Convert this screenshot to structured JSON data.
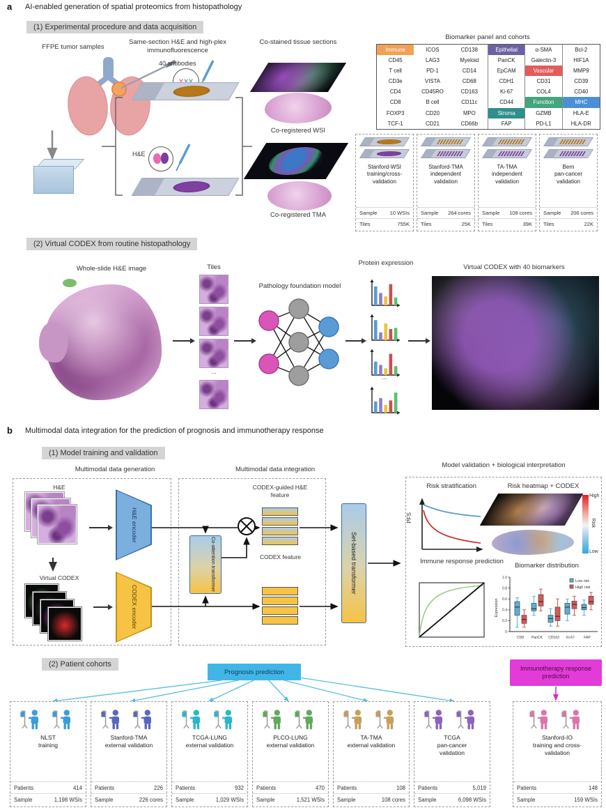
{
  "panel_a": {
    "letter": "a",
    "title": "AI-enabled generation of spatial proteomics from histopathology",
    "section1": {
      "banner": "(1) Experimental procedure and data acquisition",
      "col_ffpe": "FFPE tumor samples",
      "col_same_section": "Same-section H&E and high-plex immunofluorescence",
      "col_costained": "Co-stained tissue sections",
      "antibodies_label": "40 antibodies",
      "he_label": "H&E",
      "coregistered_wsi": "Co-registered WSI",
      "coregistered_tma": "Co-registered TMA"
    },
    "biomarker_panel": {
      "title": "Biomarker panel and cohorts",
      "category_colors": {
        "immune": "#F2A154",
        "epithelial": "#6C61A4",
        "vascular": "#E45B5B",
        "stroma": "#2F8F8A",
        "function": "#44A47E",
        "mhc": "#4D8FD6"
      },
      "rows": [
        [
          {
            "t": "Immune",
            "c": "immune"
          },
          {
            "t": "ICOS"
          },
          {
            "t": "CD138"
          },
          {
            "t": "Epithelial",
            "c": "epithelial"
          },
          {
            "t": "α-SMA"
          },
          {
            "t": "Bcl-2"
          }
        ],
        [
          {
            "t": "CD45"
          },
          {
            "t": "LAG3"
          },
          {
            "t": "Myeloid"
          },
          {
            "t": "PanCK"
          },
          {
            "t": "Galectin-3"
          },
          {
            "t": "HIF1A"
          }
        ],
        [
          {
            "t": "T cell"
          },
          {
            "t": "PD-1"
          },
          {
            "t": "CD14"
          },
          {
            "t": "EpCAM"
          },
          {
            "t": "Vascular",
            "c": "vascular"
          },
          {
            "t": "MMP9"
          }
        ],
        [
          {
            "t": "CD3e"
          },
          {
            "t": "VISTA"
          },
          {
            "t": "CD68"
          },
          {
            "t": "CDH1"
          },
          {
            "t": "CD31"
          },
          {
            "t": "CD39"
          }
        ],
        [
          {
            "t": "CD4"
          },
          {
            "t": "CD45RO"
          },
          {
            "t": "CD163"
          },
          {
            "t": "Ki-67"
          },
          {
            "t": "COL4"
          },
          {
            "t": "CD40"
          }
        ],
        [
          {
            "t": "CD8"
          },
          {
            "t": "B cell"
          },
          {
            "t": "CD11c"
          },
          {
            "t": "CD44"
          },
          {
            "t": "Function",
            "c": "function"
          },
          {
            "t": "MHC",
            "c": "mhc"
          }
        ],
        [
          {
            "t": "FOXP3"
          },
          {
            "t": "CD20"
          },
          {
            "t": "MPO"
          },
          {
            "t": "Stroma",
            "c": "stroma"
          },
          {
            "t": "GZMB"
          },
          {
            "t": "HLA-E"
          }
        ],
        [
          {
            "t": "TCF-1"
          },
          {
            "t": "CD21"
          },
          {
            "t": "CD66b"
          },
          {
            "t": "FAP"
          },
          {
            "t": "PD-L1"
          },
          {
            "t": "HLA-DR"
          }
        ]
      ]
    },
    "cohort_cards": [
      {
        "name_lines": [
          "Stanford-WSI",
          "training/cross-",
          "validation"
        ],
        "pict": "blob",
        "stats": [
          [
            "Sample",
            "10 WSIs"
          ],
          [
            "Tiles",
            "755K"
          ]
        ]
      },
      {
        "name_lines": [
          "Stanford-TMA",
          "independent",
          "validation"
        ],
        "pict": "hatch",
        "stats": [
          [
            "Sample",
            "264 cores"
          ],
          [
            "Tiles",
            "25K"
          ]
        ]
      },
      {
        "name_lines": [
          "TA-TMA",
          "independent",
          "validation"
        ],
        "pict": "hatch",
        "stats": [
          [
            "Sample",
            "108 cores"
          ],
          [
            "Tiles",
            "39K"
          ]
        ]
      },
      {
        "name_lines": [
          "Bern",
          "pan-cancer",
          "validation"
        ],
        "pict": "hatch",
        "stats": [
          [
            "Sample",
            "206 cores"
          ],
          [
            "Tiles",
            "22K"
          ]
        ]
      }
    ],
    "section2": {
      "banner": "(2) Virtual CODEX from routine histopathology",
      "wsi_title": "Whole-slide H&E image",
      "tiles_label": "Tiles",
      "model_label": "Pathology foundation model",
      "protein_label": "Protein expression",
      "codex_title": "Virtual CODEX with 40 biomarkers",
      "ellipsis": "...",
      "bar_colors": [
        "#5B9BD5",
        "#8E7CC3",
        "#F0C040",
        "#C94F4F",
        "#5FBF6F"
      ],
      "protein_charts": [
        [
          0.85,
          0.55,
          0.4,
          0.95,
          0.35
        ],
        [
          0.9,
          0.35,
          0.75,
          0.5,
          0.55
        ],
        [
          0.6,
          0.45,
          0.3,
          0.95,
          0.4
        ],
        [
          0.5,
          0.65,
          0.35,
          0.55,
          0.9
        ]
      ]
    }
  },
  "panel_b": {
    "letter": "b",
    "title": "Multimodal data integration for the prediction of prognosis and immunotherapy response",
    "section1": {
      "banner": "(1) Model training and validation",
      "col_generation": "Multimodal data generation",
      "col_integration": "Multimodal data integration",
      "col_validation": "Model validation + biological interpretation",
      "he_label": "H&E",
      "virtual_codex_label": "Virtual CODEX",
      "he_encoder": "H&E encoder",
      "codex_encoder": "CODEX encoder",
      "co_attention": "Co-attention transformer",
      "he_feature": "CODEX-guided H&E feature",
      "codex_feature": "CODEX feature",
      "set_transformer": "Set-based transformer",
      "risk_strat_title": "Risk stratification",
      "pfs_label": "PFS",
      "heatmap_title": "Risk heatmap + CODEX",
      "risk_high": "High",
      "risk_low": "Low",
      "risk_label": "Risk",
      "immune_resp_title": "Immune response prediction",
      "biomarker_dist_title": "Biomarker distribution",
      "boxplot": {
        "type": "box",
        "ylabel": "Expression",
        "yticks": [
          0,
          0.2,
          0.4,
          0.6,
          0.8,
          1.0
        ],
        "categories": [
          "CD8",
          "PanCK",
          "CD163",
          "Ki-67",
          "FAP"
        ],
        "series": [
          {
            "name": "Low risk",
            "color": "#5BAFD6",
            "boxes": [
              [
                0.08,
                0.3,
                0.45,
                0.55,
                0.62
              ],
              [
                0.3,
                0.38,
                0.42,
                0.52,
                0.65
              ],
              [
                0.1,
                0.17,
                0.24,
                0.3,
                0.42
              ],
              [
                0.2,
                0.32,
                0.45,
                0.52,
                0.6
              ],
              [
                0.3,
                0.4,
                0.44,
                0.5,
                0.58
              ]
            ]
          },
          {
            "name": "High risk",
            "color": "#D95757",
            "boxes": [
              [
                0.08,
                0.15,
                0.22,
                0.3,
                0.4
              ],
              [
                0.38,
                0.47,
                0.55,
                0.68,
                0.78
              ],
              [
                0.1,
                0.2,
                0.28,
                0.45,
                0.6
              ],
              [
                0.3,
                0.42,
                0.5,
                0.56,
                0.65
              ],
              [
                0.4,
                0.5,
                0.55,
                0.65,
                0.72
              ]
            ]
          }
        ]
      }
    },
    "section2": {
      "banner": "(2) Patient cohorts",
      "prognosis_label": "Prognosis prediction",
      "prognosis_color": "#41B6E6",
      "immunotherapy_label": "Immunotherapy response prediction",
      "immunotherapy_color": "#E23BD8",
      "stat_patients": "Patients",
      "stat_sample": "Sample",
      "cohorts": [
        {
          "name_lines": [
            "NLST",
            "training"
          ],
          "color": "#3E9BD8",
          "patients": "414",
          "sample": "1,198 WSIs"
        },
        {
          "name_lines": [
            "Stanford-TMA",
            "external validation"
          ],
          "color": "#5A68B8",
          "patients": "226",
          "sample": "226 cores"
        },
        {
          "name_lines": [
            "TCGA-LUNG",
            "external validation"
          ],
          "color": "#2BB7C9",
          "patients": "932",
          "sample": "1,029 WSIs"
        },
        {
          "name_lines": [
            "PLCO-LUNG",
            "external validation"
          ],
          "color": "#63A85C",
          "patients": "470",
          "sample": "1,521 WSIs"
        },
        {
          "name_lines": [
            "TA-TMA",
            "external validation"
          ],
          "color": "#C4A05B",
          "patients": "108",
          "sample": "108 cores"
        },
        {
          "name_lines": [
            "TCGA",
            "pan-cancer",
            "validation"
          ],
          "color": "#8A63BC",
          "patients": "5,019",
          "sample": "6,098 WSIs"
        },
        {
          "name_lines": [
            "Stanford-IO",
            "training and cross-",
            "validation"
          ],
          "color": "#D877A8",
          "patients": "148",
          "sample": "159 WSIs"
        }
      ]
    }
  }
}
